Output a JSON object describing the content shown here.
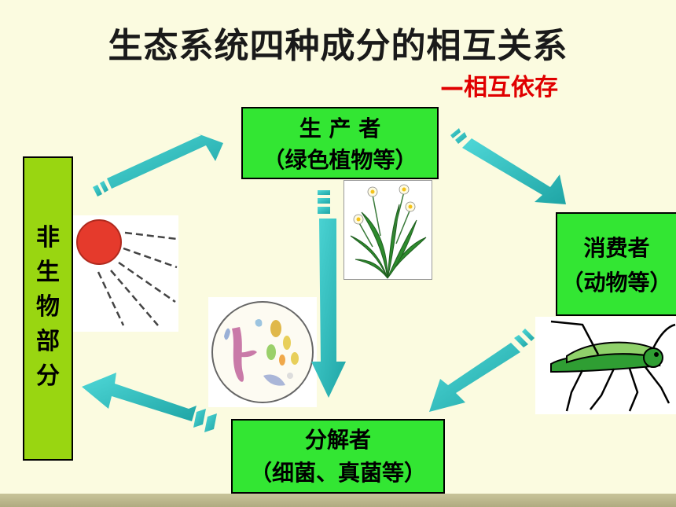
{
  "title": "生态系统四种成分的相互关系",
  "subtitle": "—相互依存",
  "nodes": {
    "producer": {
      "line1": "生 产 者",
      "line2": "（绿色植物等）"
    },
    "consumer": {
      "line1": "消费者",
      "line2": "（动物等）"
    },
    "decomposer": {
      "line1": "分解者",
      "line2": "（细菌、真菌等）"
    },
    "abiotic": {
      "chars": [
        "非",
        "生",
        "物",
        "部",
        "分"
      ]
    }
  },
  "colors": {
    "box_green": "#33e633",
    "abiotic_green": "#99d611",
    "arrow": "#33c9c9",
    "subtitle_red": "#e00000",
    "sun": "#e53a2c"
  },
  "icons": [
    "sun-icon",
    "flower-icon",
    "microbe-icon",
    "grasshopper-icon"
  ]
}
